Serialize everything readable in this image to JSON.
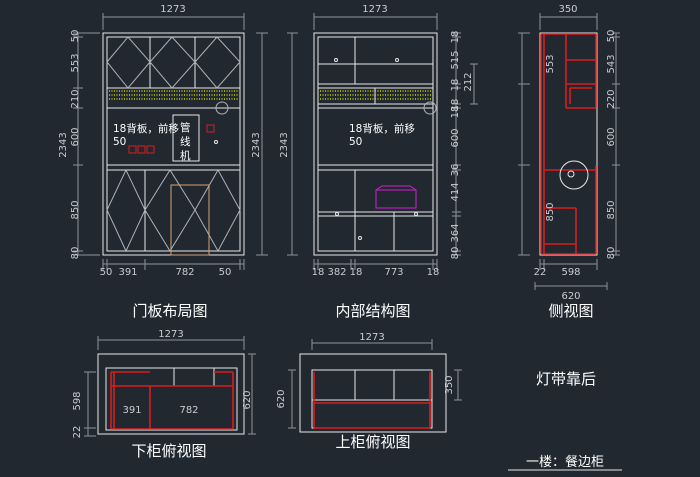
{
  "drawing": {
    "captions": {
      "door_layout": "门板布局图",
      "internal_structure": "内部结构图",
      "side_view": "侧视图",
      "lower_top_view": "下柜俯视图",
      "upper_top_view": "上柜俯视图",
      "light_note": "灯带靠后",
      "title_block": "一楼：餐边柜"
    },
    "notes": {
      "backboard_line1": "18背板，前移",
      "backboard_line2": "50",
      "backboard_line1_b": "18背板，前移",
      "backboard_line2_b": "50",
      "pipe_char_1": "管",
      "pipe_char_2": "线",
      "pipe_char_3": "机"
    },
    "dims": {
      "width_total": "1273",
      "width_total_b": "1273",
      "width_total_c": "1273",
      "width_total_d": "1273",
      "depth_total": "350",
      "height_total": "2343",
      "height_total_b": "2343",
      "height_total_c": "2343",
      "door_left": [
        "50",
        "553",
        "210",
        "600",
        "850",
        "80"
      ],
      "door_bottom": [
        "50",
        "391",
        "782",
        "50"
      ],
      "inner_right": [
        "18",
        "515",
        "18",
        "18",
        "18",
        "600",
        "36",
        "414",
        "364",
        "80"
      ],
      "inner_small": "212",
      "inner_bottom": [
        "18",
        "382",
        "18",
        "773",
        "18"
      ],
      "side_left": [
        "553",
        "850"
      ],
      "side_right": [
        "50",
        "543",
        "220",
        "600",
        "850",
        "80"
      ],
      "side_bottom": [
        "22",
        "598"
      ],
      "side_bottom_total": "620",
      "lower_left": [
        "598",
        "22"
      ],
      "lower_inner": [
        "391",
        "782"
      ],
      "lower_right": "620",
      "upper_left": "620",
      "upper_right": "350"
    },
    "colors": {
      "background": "#212830",
      "line": "#e8e8e8",
      "dimension": "#c9ccd0",
      "highlight": "#d81e1e",
      "led": "#c8d000",
      "detail": "#d8a070",
      "accent": "#d020d0"
    }
  }
}
